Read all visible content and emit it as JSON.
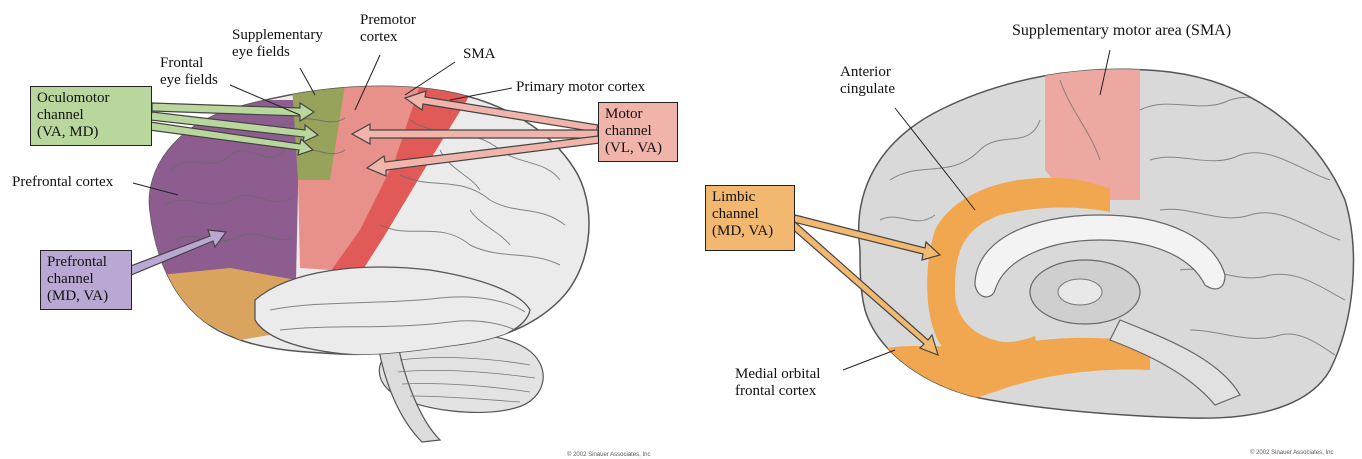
{
  "colors": {
    "oculomotor": "#97a35a",
    "oculomotor_box": "#b9d79d",
    "motor": "#e8918a",
    "motor_dark": "#e25a58",
    "motor_box": "#f1b4ab",
    "prefrontal": "#8e5d8f",
    "prefrontal_box": "#b9a8d3",
    "limbic": "#f0a750",
    "limbic_box": "#f3b870",
    "sma_medial": "#eda8a2",
    "brain": "#ebebeb",
    "outline": "#555555"
  },
  "left_panel": {
    "labels": {
      "premotor": "Premotor\ncortex",
      "supp_eye": "Supplementary\neye fields",
      "frontal_eye": "Frontal\neye fields",
      "sma": "SMA",
      "primary_motor": "Primary motor cortex",
      "prefrontal_cortex": "Prefrontal cortex"
    },
    "boxes": {
      "oculomotor": "Oculomotor\nchannel\n(VA, MD)",
      "motor": "Motor\nchannel\n(VL, VA)",
      "prefrontal": "Prefrontal\nchannel\n(MD, VA)"
    },
    "copyright": "© 2002 Sinauer Associates, Inc"
  },
  "right_panel": {
    "labels": {
      "sma": "Supplementary motor area (SMA)",
      "anterior_cingulate": "Anterior\ncingulate",
      "medial_orbital": "Medial orbital\nfrontal cortex"
    },
    "boxes": {
      "limbic": "Limbic\nchannel\n(MD, VA)"
    },
    "copyright": "© 2002 Sinauer Associates, Inc"
  }
}
